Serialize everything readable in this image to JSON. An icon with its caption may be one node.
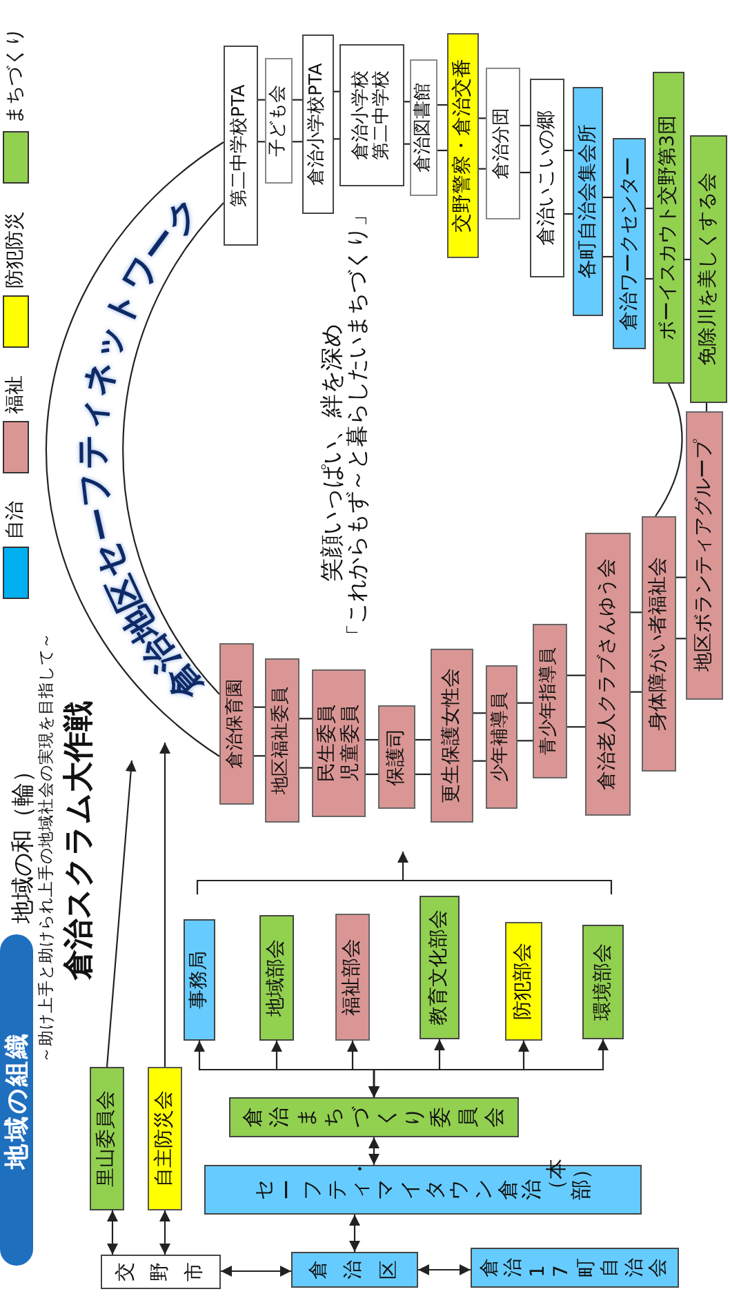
{
  "diagram": {
    "title": "地域の組織",
    "nodes": [
      {
        "text": [
          "第二中学校PTA"
        ]
      },
      {
        "text": [
          "子ども会"
        ]
      },
      {
        "text": [
          "倉治小学校PTA"
        ]
      },
      {
        "text": [
          "倉治小学校第二中学校"
        ]
      },
      {
        "text": [
          "倉治図書館"
        ]
      },
      {
        "text": [
          "交野警察・倉治交番"
        ]
      },
      {
        "text": [
          "倉治分団"
        ]
      },
      {
        "text": [
          "倉治いこいの郷"
        ]
      },
      {
        "text": [
          "各町自治会集会所"
        ]
      },
      {
        "text": [
          "倉治ワークセンター"
        ]
      },
      {
        "text": [
          "ボーイスカウト交野第3団"
        ]
      },
      {
        "text": [
          "免除川を美しくする会"
        ]
      },
      {
        "text": [
          "倉治保育園"
        ]
      },
      {
        "text": [
          "地区福祉委員"
        ]
      },
      {
        "text": [
          "民生委員児童委員"
        ]
      },
      {
        "text": [
          "保護司"
        ]
      },
      {
        "text": [
          "更生保護女性会"
        ]
      },
      {
        "text": [
          "少年補導員"
        ]
      },
      {
        "text": [
          "青少年指導員"
        ]
      },
      {
        "text": [
          "倉治老人クラブさんゆう会"
        ]
      },
      {
        "text": [
          "身体障がい者福祉会"
        ]
      },
      {
        "text": [
          "地区ボランティアグループ"
        ]
      },
      {
        "text": [
          "里山委員会"
        ]
      },
      {
        "text": [
          "自主防災会"
        ]
      },
      {
        "text": [
          "事務局"
        ]
      },
      {
        "text": [
          "地域部会"
        ]
      },
      {
        "text": [
          "福祉部会"
        ]
      },
      {
        "text": [
          "教育文化部会"
        ]
      },
      {
        "text": [
          "防犯部会"
        ]
      },
      {
        "text": [
          "環境部会"
        ]
      },
      {
        "text": [
          "倉治まちづくり委員会"
        ]
      },
      {
        "text": [
          "セーフティ・マイタウン倉治（本部）"
        ]
      },
      {
        "text": [
          "交野市"
        ]
      },
      {
        "text": [
          "倉治区"
        ]
      },
      {
        "text": [
          "倉治17町自治会"
        ]
      }
    ],
    "edges": [
      {
        "from": 12,
        "to": 0,
        "arrow": "none"
      },
      {
        "from": 12,
        "to": 0,
        "arrow": "none"
      },
      {
        "from": 0,
        "to": 1,
        "arrow": "none"
      },
      {
        "from": 0,
        "to": 1,
        "arrow": "none"
      },
      {
        "from": 1,
        "to": 2,
        "arrow": "none"
      },
      {
        "from": 1,
        "to": 2,
        "arrow": "none"
      },
      {
        "from": 2,
        "to": 3,
        "arrow": "none"
      },
      {
        "from": 2,
        "to": 3,
        "arrow": "none"
      },
      {
        "from": 3,
        "to": 4,
        "arrow": "none"
      },
      {
        "from": 3,
        "to": 4,
        "arrow": "none"
      },
      {
        "from": 4,
        "to": 5,
        "arrow": "none"
      },
      {
        "from": 4,
        "to": 5,
        "arrow": "none"
      },
      {
        "from": 5,
        "to": 6,
        "arrow": "none"
      },
      {
        "from": 5,
        "to": 6,
        "arrow": "none"
      },
      {
        "from": 6,
        "to": 7,
        "arrow": "none"
      },
      {
        "from": 6,
        "to": 7,
        "arrow": "none"
      },
      {
        "from": 7,
        "to": 8,
        "arrow": "none"
      },
      {
        "from": 7,
        "to": 8,
        "arrow": "none"
      },
      {
        "from": 8,
        "to": 9,
        "arrow": "none"
      },
      {
        "from": 8,
        "to": 9,
        "arrow": "none"
      },
      {
        "from": 9,
        "to": 10,
        "arrow": "none"
      },
      {
        "from": 9,
        "to": 10,
        "arrow": "none"
      },
      {
        "from": 10,
        "to": 11,
        "arrow": "none"
      },
      {
        "from": 11,
        "to": 21,
        "arrow": "none"
      },
      {
        "from": 10,
        "to": 20,
        "arrow": "none"
      },
      {
        "from": 12,
        "to": 13,
        "arrow": "none"
      },
      {
        "from": 12,
        "to": 13,
        "arrow": "none"
      },
      {
        "from": 13,
        "to": 14,
        "arrow": "none"
      },
      {
        "from": 13,
        "to": 14,
        "arrow": "none"
      },
      {
        "from": 14,
        "to": 15,
        "arrow": "none"
      },
      {
        "from": 14,
        "to": 15,
        "arrow": "none"
      },
      {
        "from": 15,
        "to": 16,
        "arrow": "none"
      },
      {
        "from": 15,
        "to": 16,
        "arrow": "none"
      },
      {
        "from": 16,
        "to": 17,
        "arrow": "none"
      },
      {
        "from": 16,
        "to": 17,
        "arrow": "none"
      },
      {
        "from": 17,
        "to": 18,
        "arrow": "none"
      },
      {
        "from": 17,
        "to": 18,
        "arrow": "none"
      },
      {
        "from": 18,
        "to": 19,
        "arrow": "none"
      },
      {
        "from": 18,
        "to": 19,
        "arrow": "none"
      },
      {
        "from": 19,
        "to": 20,
        "arrow": "none"
      },
      {
        "from": 19,
        "to": 20,
        "arrow": "none"
      },
      {
        "from": 20,
        "to": 21,
        "arrow": "none"
      },
      {
        "from": 20,
        "to": 21,
        "arrow": "none"
      },
      {
        "from": 22,
        "to": 32,
        "arrow": "both"
      },
      {
        "from": 23,
        "to": 32,
        "arrow": "both"
      },
      {
        "from": 32,
        "to": 33,
        "arrow": "both"
      },
      {
        "from": 33,
        "to": 34,
        "arrow": "both"
      },
      {
        "from": 33,
        "to": 31,
        "arrow": "both"
      },
      {
        "from": 31,
        "to": 30,
        "arrow": "both"
      },
      {
        "from": 30,
        "to": 24,
        "arrow": "both"
      },
      {
        "from": 30,
        "to": 25,
        "arrow": "both"
      },
      {
        "from": 30,
        "to": 26,
        "arrow": "both"
      },
      {
        "from": 30,
        "to": 27,
        "arrow": "both"
      },
      {
        "from": 30,
        "to": 28,
        "arrow": "both"
      },
      {
        "from": 30,
        "to": 29,
        "arrow": "both"
      },
      {
        "from": 22,
        "to": null,
        "arrow": "to"
      },
      {
        "from": 23,
        "to": null,
        "arrow": "to"
      }
    ],
    "labels": [
      "地域の和（輪）",
      "～助け上手と助けられ上手の地域社会の実現を目指して～",
      "倉治スクラム大作戦",
      "倉治地区セーフティネットワーク",
      "笑顔いっぱい、絆を深め",
      "「これからもず～と暮らしたいまちづくり」"
    ],
    "legend": [
      {
        "text": "自治",
        "color": "#00b0f0"
      },
      {
        "text": "福祉",
        "color": "#da9694"
      },
      {
        "text": "防犯防災",
        "color": "#ffff00"
      },
      {
        "text": "まちづくり",
        "color": "#92d050"
      }
    ]
  }
}
